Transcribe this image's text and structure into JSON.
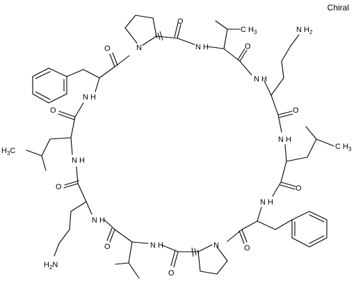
{
  "header": {
    "chiral_label": "Chiral"
  },
  "atoms": {
    "N_pro1": "N",
    "NH_val1": "N H",
    "NH_orn1": "N H",
    "NH_leu2": "N H",
    "NH_phe2": "N H",
    "N_pro2": "N",
    "NH_val2": "N H",
    "NH_orn2": "N H",
    "NH_leu1": "N H",
    "NH_phe1": "N H",
    "O_pro1": "O",
    "O_val1": "O",
    "O_orn1": "O",
    "O_leu2": "O",
    "O_phe2": "O",
    "O_pro2": "O",
    "O_val2": "O",
    "O_orn2": "O",
    "O_leu1": "O",
    "O_phe1": "O"
  },
  "groups": {
    "nh2_top_main": "N H",
    "nh2_top_sub": "2",
    "nh2_bottom_main": "H",
    "nh2_bottom_sub": "2",
    "nh2_bottom_n": "N",
    "ch3_left_main": "H",
    "ch3_left_sub": "3",
    "ch3_left_c": "C",
    "ch3_right_main": "C H",
    "ch3_right_sub": "3",
    "ch3_val1_main": "C H",
    "ch3_val1_sub": "3",
    "ch3_leu2_main": "C H",
    "ch3_leu2_sub": "3"
  },
  "colors": {
    "bond": "#000000",
    "background": "#ffffff"
  }
}
